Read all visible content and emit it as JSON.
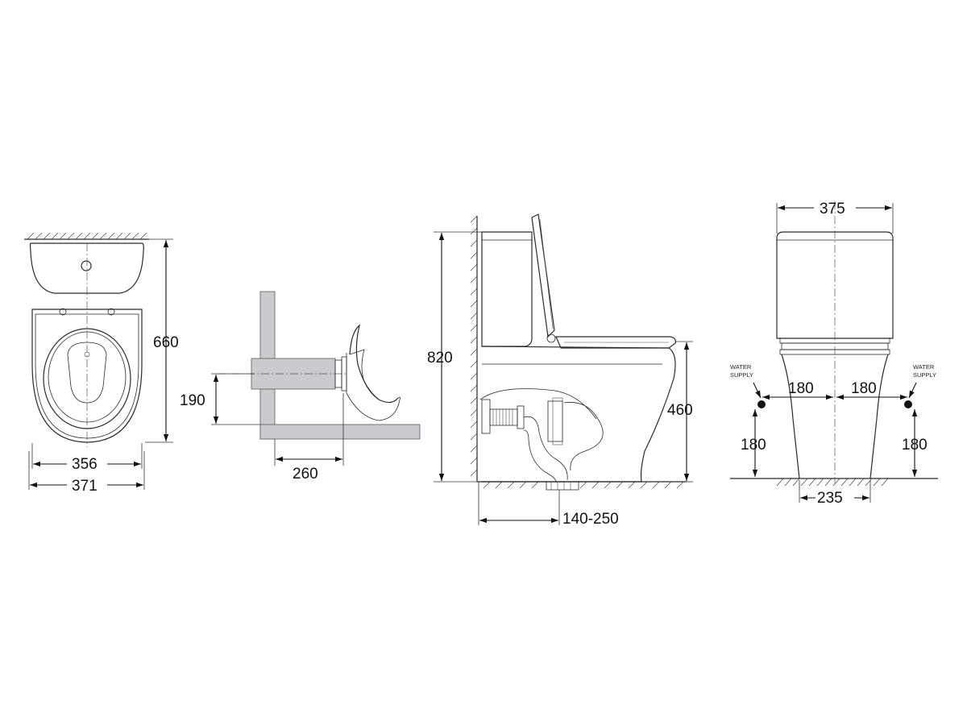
{
  "views": {
    "top": {
      "width_inner": "356",
      "width_outer": "371",
      "depth": "660"
    },
    "outlet": {
      "outlet_height": "190",
      "outlet_projection": "260"
    },
    "side": {
      "total_height": "820",
      "seat_height": "460",
      "set_out": "140-250"
    },
    "front": {
      "cistern_width": "375",
      "supply_left_offset": "180",
      "supply_right_offset": "180",
      "supply_left_height": "180",
      "supply_right_height": "180",
      "base_width": "235",
      "supply_label_line1": "WATER",
      "supply_label_line2": "SUPPLY"
    }
  }
}
